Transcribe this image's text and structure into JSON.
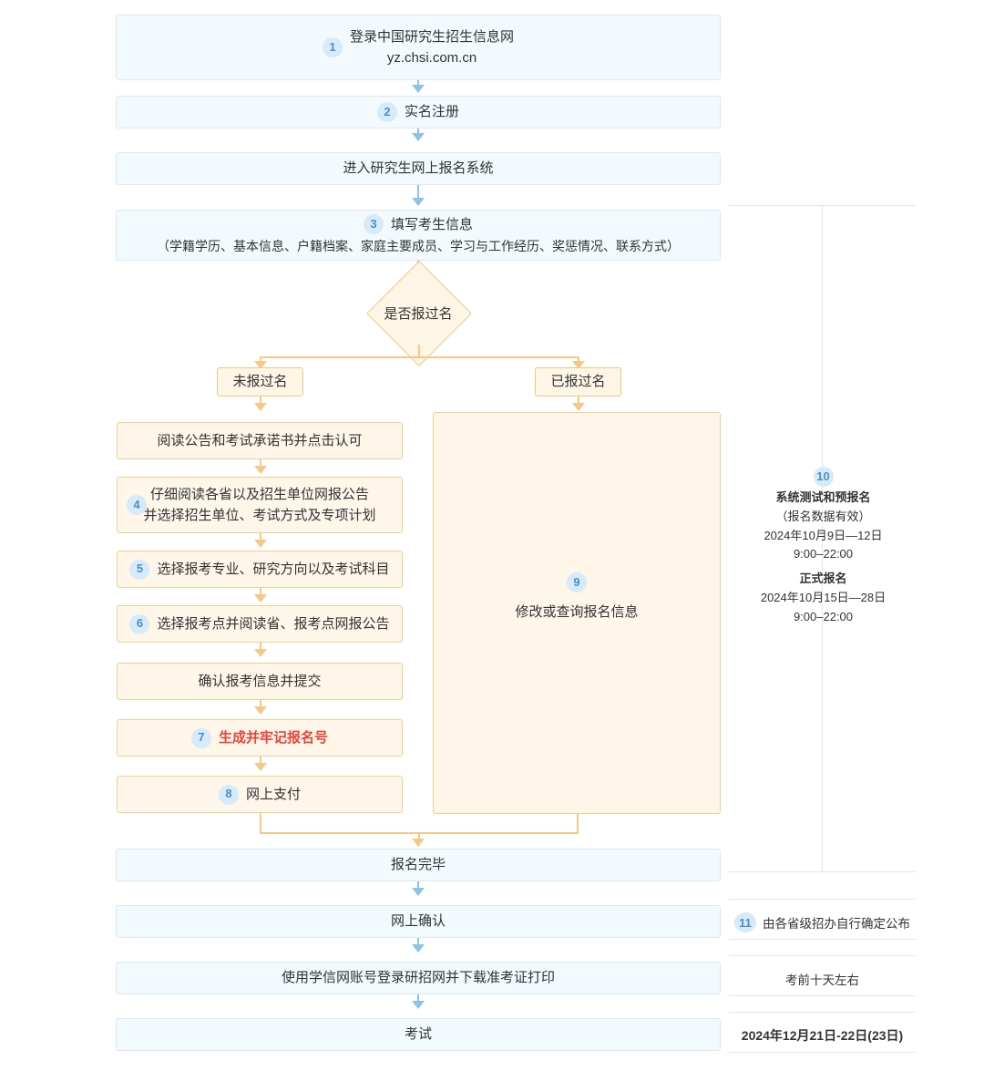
{
  "flow": {
    "nodes": [
      {
        "id": "n1",
        "num": "1",
        "lines": [
          "登录中国研究生招生信息网",
          "yz.chsi.com.cn"
        ]
      },
      {
        "id": "n2",
        "num": "2",
        "lines": [
          "实名注册"
        ]
      },
      {
        "id": "n3",
        "num": "",
        "lines": [
          "进入研究生网上报名系统"
        ]
      },
      {
        "id": "n4",
        "num": "3",
        "lines": [
          "填写考生信息",
          "（学籍学历、基本信息、户籍档案、家庭主要成员、学习与工作经历、奖惩情况、联系方式）"
        ]
      },
      {
        "id": "d1",
        "num": "",
        "lines": [
          "是否报过名"
        ]
      },
      {
        "id": "b1",
        "num": "",
        "lines": [
          "未报过名"
        ]
      },
      {
        "id": "b2",
        "num": "",
        "lines": [
          "已报过名"
        ]
      },
      {
        "id": "l1",
        "num": "",
        "lines": [
          "阅读公告和考试承诺书并点击认可"
        ]
      },
      {
        "id": "l2",
        "num": "4",
        "lines": [
          "仔细阅读各省以及招生单位网报公告",
          "并选择招生单位、考试方式及专项计划"
        ]
      },
      {
        "id": "l3",
        "num": "5",
        "lines": [
          "选择报考专业、研究方向以及考试科目"
        ]
      },
      {
        "id": "l4",
        "num": "6",
        "lines": [
          "选择报考点并阅读省、报考点网报公告"
        ]
      },
      {
        "id": "l5",
        "num": "",
        "lines": [
          "确认报考信息并提交"
        ]
      },
      {
        "id": "l6",
        "num": "7",
        "lines": [
          "生成并牢记报名号"
        ]
      },
      {
        "id": "l7",
        "num": "8",
        "lines": [
          "网上支付"
        ]
      },
      {
        "id": "r1",
        "num": "9",
        "lines": [
          "修改或查询报名信息"
        ]
      },
      {
        "id": "f1",
        "num": "",
        "lines": [
          "报名完毕"
        ]
      },
      {
        "id": "f2",
        "num": "",
        "lines": [
          "网上确认"
        ]
      },
      {
        "id": "f3",
        "num": "",
        "lines": [
          "使用学信网账号登录研招网并下载准考证打印"
        ]
      },
      {
        "id": "f4",
        "num": "",
        "lines": [
          "考试"
        ]
      }
    ],
    "node_text": {
      "n1_line1": "登录中国研究生招生信息网",
      "n1_line2": "yz.chsi.com.cn",
      "n1_num": "1",
      "n2_label": "实名注册",
      "n2_num": "2",
      "n3_label": "进入研究生网上报名系统",
      "n4_line1": "填写考生信息",
      "n4_line2": "（学籍学历、基本信息、户籍档案、家庭主要成员、学习与工作经历、奖惩情况、联系方式）",
      "n4_num": "3",
      "d1_label": "是否报过名",
      "b1_label": "未报过名",
      "b2_label": "已报过名",
      "l1_label": "阅读公告和考试承诺书并点击认可",
      "l2_line1": "仔细阅读各省以及招生单位网报公告",
      "l2_line2": "并选择招生单位、考试方式及专项计划",
      "l2_num": "4",
      "l3_label": "选择报考专业、研究方向以及考试科目",
      "l3_num": "5",
      "l4_label": "选择报考点并阅读省、报考点网报公告",
      "l4_num": "6",
      "l5_label": "确认报考信息并提交",
      "l6_label": "生成并牢记报名号",
      "l6_num": "7",
      "l7_label": "网上支付",
      "l7_num": "8",
      "r1_label": "修改或查询报名信息",
      "r1_num": "9",
      "f1_label": "报名完毕",
      "f2_label": "网上确认",
      "f3_label": "使用学信网账号登录研招网并下载准考证打印",
      "f4_label": "2024年12月21日-22日(23日)"
    }
  },
  "timeline": {
    "note10": {
      "num": "10",
      "title": "系统测试和预报名",
      "sub": "（报名数据有效）",
      "date1": "2024年10月9日—12日",
      "time1": "9:00–22:00",
      "title2": "正式报名",
      "date2": "2024年10月15日—28日",
      "time2": "9:00–22:00"
    },
    "note11": {
      "num": "11",
      "text": "由各省级招办自行确定公布"
    },
    "note12": {
      "text": "考前十天左右"
    },
    "note13": {
      "text": "2024年12月21日-22日(23日)"
    }
  },
  "colors": {
    "blue_fill": "#f2fafd",
    "blue_border": "#d9e9f2",
    "blue_arrow": "#8bc4e8",
    "orange_fill": "#fdf5e6",
    "orange_border": "#efc77f",
    "orange_arrow": "#f5c886",
    "badge_bg": "#d6eaf8",
    "badge_text": "#4a90c4",
    "highlight_red": "#e8443a",
    "panel_line": "#dce9f2"
  },
  "exam_label": "考试"
}
